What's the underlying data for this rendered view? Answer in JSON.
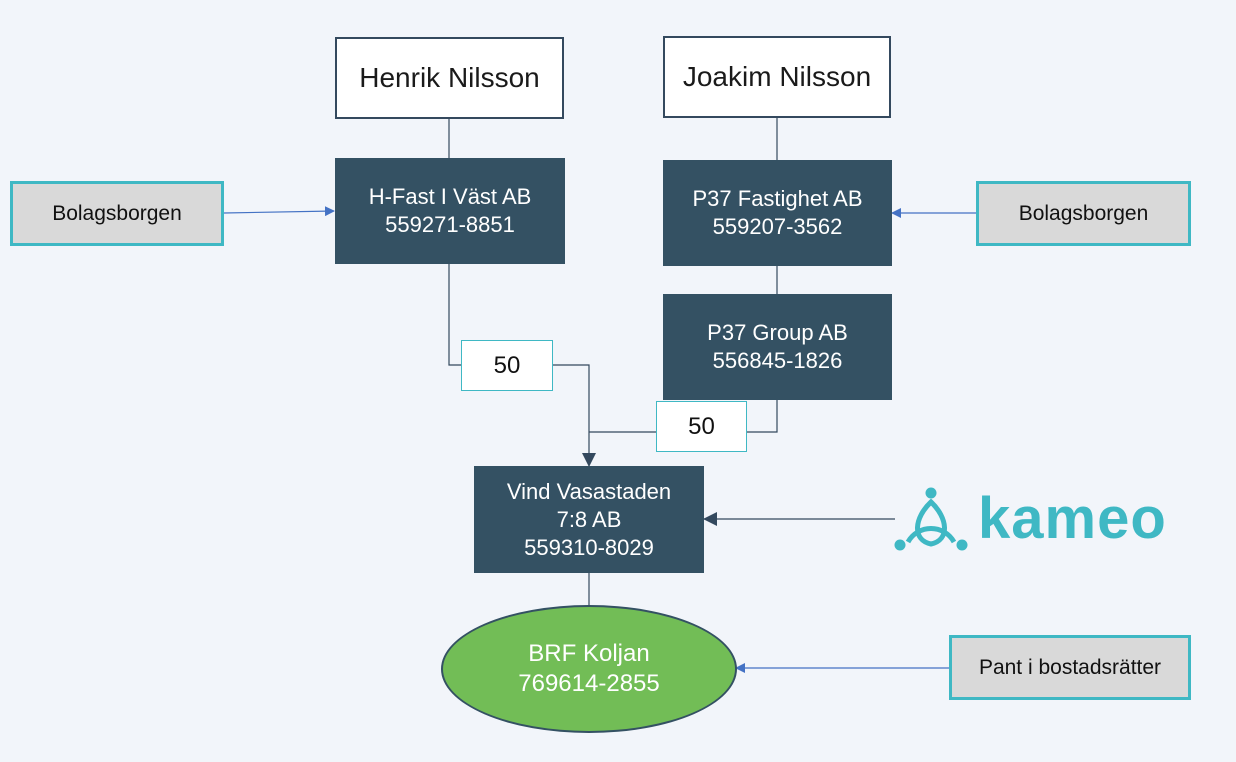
{
  "nodes": {
    "henrik": {
      "label": "Henrik Nilsson"
    },
    "joakim": {
      "label": "Joakim Nilsson"
    },
    "hfast": {
      "name": "H-Fast I Väst AB",
      "org": "559271-8851"
    },
    "p37fast": {
      "name": "P37 Fastighet AB",
      "org": "559207-3562"
    },
    "p37group": {
      "name": "P37 Group AB",
      "org": "556845-1826"
    },
    "vind": {
      "line1": "Vind Vasastaden",
      "line2": "7:8 AB",
      "org": "559310-8029"
    },
    "brf": {
      "name": "BRF Koljan",
      "org": "769614-2855"
    }
  },
  "guarantees": {
    "left": "Bolagsborgen",
    "right": "Bolagsborgen",
    "pledge": "Pant i bostadsrätter"
  },
  "shares": {
    "hfast": "50",
    "p37group": "50"
  },
  "logo": {
    "text": "kameo",
    "color": "#3fb8c4",
    "icon": "kameo-logo-icon"
  },
  "colors": {
    "company_fill": "#345163",
    "brf_fill": "#72bd56",
    "accent_border": "#3fb8c4",
    "arrow_blue": "#4472c4",
    "background": "#f2f5fa"
  }
}
